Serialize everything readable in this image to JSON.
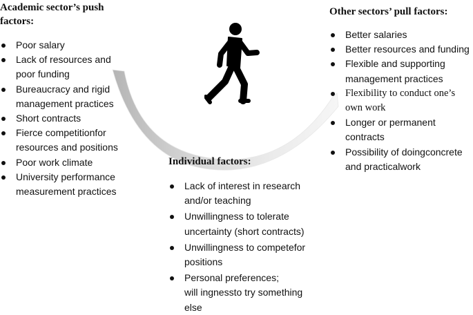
{
  "left": {
    "heading_line1": "Academic sector’s push",
    "heading_line2": "factors:",
    "items": [
      {
        "lines": [
          "Poor salary"
        ]
      },
      {
        "lines": [
          "Lack of resources and",
          "poor funding"
        ]
      },
      {
        "lines": [
          "Bureaucracy and rigid",
          "management practices"
        ]
      },
      {
        "lines": [
          "Short contracts"
        ]
      },
      {
        "lines": [
          "Fierce competitionfor",
          "resources and positions"
        ]
      },
      {
        "lines": [
          "Poor work climate"
        ]
      },
      {
        "lines": [
          "University performance",
          "measurement practices"
        ]
      }
    ]
  },
  "right": {
    "heading": "Other sectors’ pull factors:",
    "items": [
      {
        "lines": [
          "Better salaries"
        ]
      },
      {
        "lines": [
          "Better resources and funding"
        ]
      },
      {
        "lines": [
          "Flexible and supporting",
          "management practices"
        ]
      },
      {
        "lines": [
          "Flexibility to conduct one’s",
          "own work"
        ],
        "serif": true
      },
      {
        "lines": [
          "Longer or permanent",
          "contracts"
        ]
      },
      {
        "lines": [
          "Possibility of doingconcrete",
          "and practicalwork"
        ]
      }
    ]
  },
  "center": {
    "heading": "Individual factors:",
    "items": [
      {
        "lines": [
          "Lack of interest in research",
          "and/or teaching"
        ]
      },
      {
        "lines": [
          "Unwillingness to tolerate",
          "uncertainty (short contracts)"
        ]
      },
      {
        "lines": [
          "Unwillingness to competefor",
          "positions"
        ]
      },
      {
        "lines": [
          "Personal preferences;",
          "will ingnessto try something",
          "else"
        ]
      }
    ]
  },
  "colors": {
    "arrow_fill": "#c9c9c9",
    "arrow_edge": "#e8e8e8",
    "text": "#111111",
    "figure": "#000000"
  },
  "icons": {
    "figure": "walking-person-icon",
    "arrow": "curved-arrow-icon"
  }
}
